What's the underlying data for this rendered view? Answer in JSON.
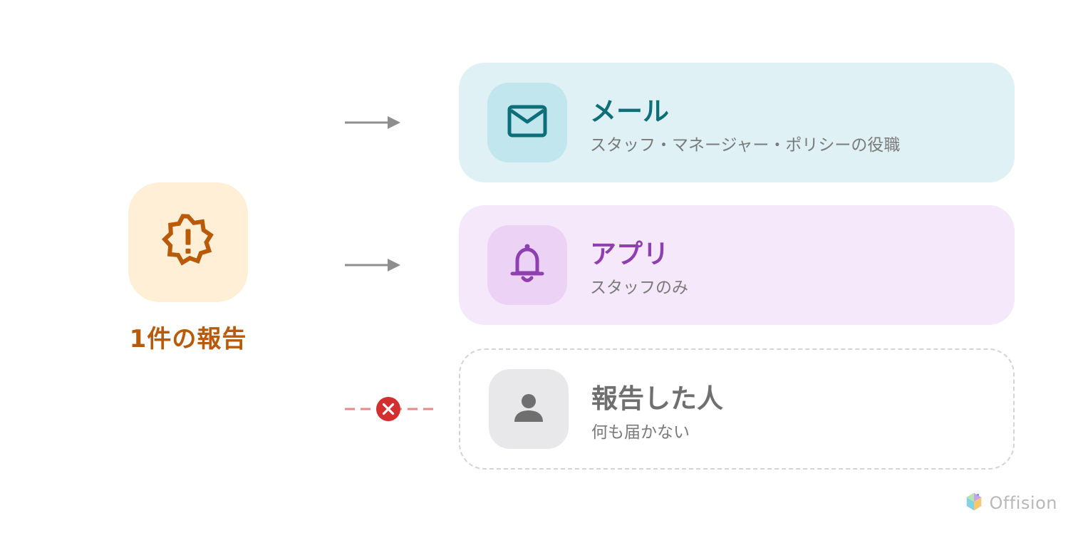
{
  "source": {
    "icon": "alert-badge-icon",
    "label": "1件の報告"
  },
  "channels": [
    {
      "id": "mail",
      "icon": "mail-icon",
      "title": "メール",
      "subtitle": "スタッフ・マネージャー・ポリシーの役職",
      "delivered": true,
      "color": "#0d6f78"
    },
    {
      "id": "app",
      "icon": "bell-icon",
      "title": "アプリ",
      "subtitle": "スタッフのみ",
      "delivered": true,
      "color": "#8e3fb0"
    },
    {
      "id": "reporter",
      "icon": "person-icon",
      "title": "報告した人",
      "subtitle": "何も届かない",
      "delivered": false,
      "color": "#6f6f6f"
    }
  ],
  "colors": {
    "source": "#b85a08",
    "arrow": "#8e8e8e",
    "blocked_line": "#e58a8a",
    "blocked_mark": "#d32f2f"
  },
  "brand": {
    "name": "Offision",
    "icon": "offision-logo-icon"
  }
}
